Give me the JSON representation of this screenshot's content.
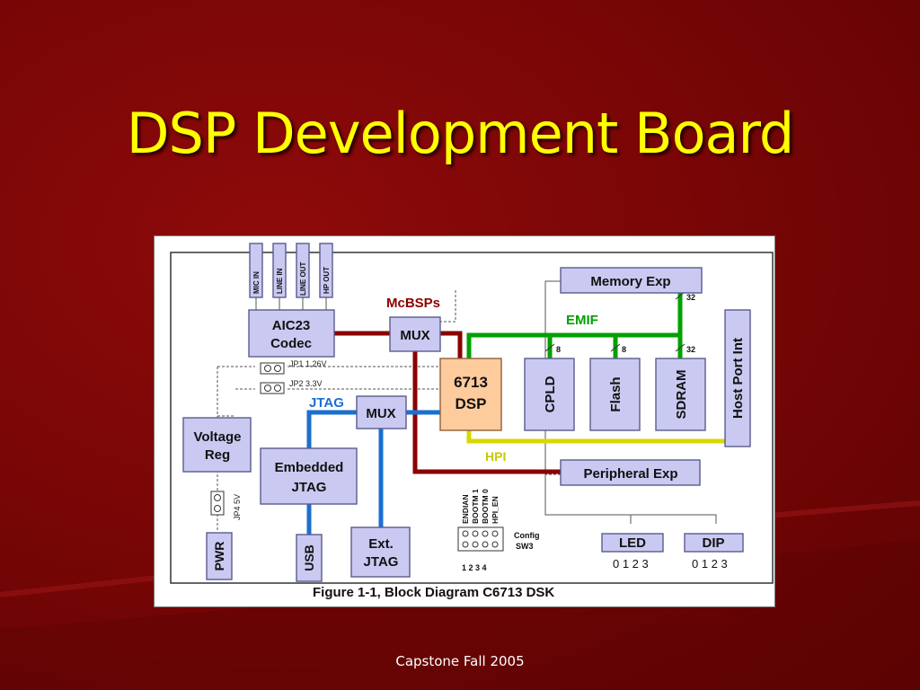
{
  "slide": {
    "title": "DSP Development Board",
    "footer": "Capstone Fall 2005"
  },
  "figure": {
    "caption": "Figure 1-1, Block Diagram C6713 DSK",
    "connectors": [
      "MIC IN",
      "LINE IN",
      "LINE OUT",
      "HP OUT"
    ],
    "blocks": {
      "codec": [
        "AIC23",
        "Codec"
      ],
      "mux_top": "MUX",
      "mux_jtag": "MUX",
      "dsp": [
        "6713",
        "DSP"
      ],
      "memory_exp": "Memory Exp",
      "cpld": "CPLD",
      "flash": "Flash",
      "sdram": "SDRAM",
      "host_port": "Host Port Int",
      "voltage_reg": [
        "Voltage",
        "Reg"
      ],
      "embedded_jtag": [
        "Embedded",
        "JTAG"
      ],
      "ext_jtag": [
        "Ext.",
        "JTAG"
      ],
      "peripheral_exp": "Peripheral Exp",
      "pwr": "PWR",
      "usb": "USB",
      "led": "LED",
      "dip": "DIP"
    },
    "bus_labels": {
      "mcbsps": "McBSPs",
      "emif": "EMIF",
      "jtag": "JTAG",
      "hpi": "HPI"
    },
    "bus_widths": {
      "memory_exp": "32",
      "cpld": "8",
      "flash": "8",
      "sdram": "32"
    },
    "jumpers": {
      "jp1": "JP1  1.26V",
      "jp2": "JP2  3.3V",
      "jp4": "JP4  5V"
    },
    "config": {
      "labels": [
        "ENDIAN",
        "BOOTM 1",
        "BOOTM 0",
        "HPI_EN"
      ],
      "title_line1": "Config",
      "title_line2": "SW3",
      "numbers": "1 2 3 4"
    },
    "led_bits": "0 1 2 3",
    "dip_bits": "0 1 2 3",
    "colors": {
      "mcbsp_bus": "#8b0000",
      "emif_bus": "#00a000",
      "jtag_bus": "#1a6fd0",
      "hpi_bus": "#d8d800"
    }
  }
}
